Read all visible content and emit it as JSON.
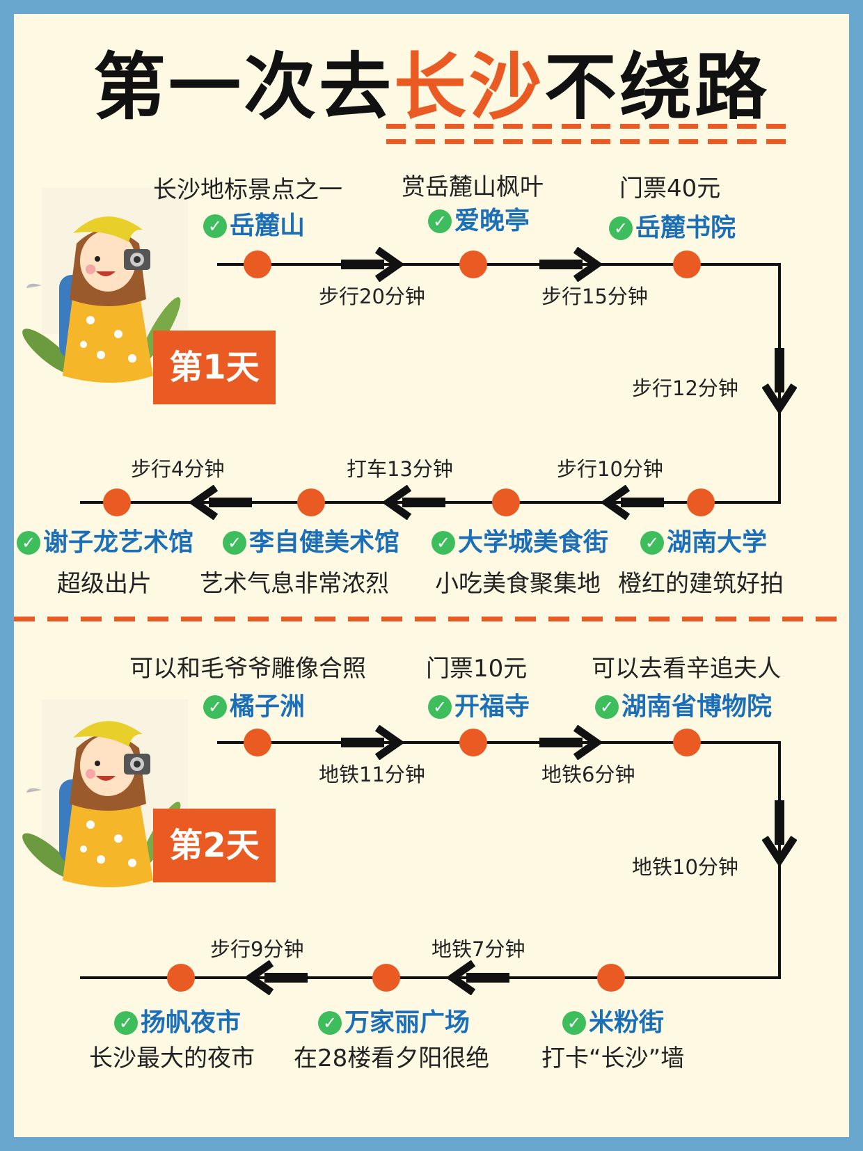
{
  "title": {
    "prefix": "第一次去",
    "highlight": "长沙",
    "suffix": "不绕路"
  },
  "colors": {
    "accent": "#ea5b24",
    "place": "#1b6fb8",
    "check": "#3dbd5b",
    "frame": "#6aa7cf",
    "background": "#fdf9e3"
  },
  "day1": {
    "label": "第1天",
    "stops": [
      {
        "name": "岳麓山",
        "note": "长沙地标景点之一"
      },
      {
        "name": "爱晚亭",
        "note": "赏岳麓山枫叶"
      },
      {
        "name": "岳麓书院",
        "note": "门票40元"
      },
      {
        "name": "湖南大学",
        "note": "橙红的建筑好拍"
      },
      {
        "name": "大学城美食街",
        "note": "小吃美食聚集地"
      },
      {
        "name": "李自健美术馆",
        "note": "艺术气息非常浓烈"
      },
      {
        "name": "谢子龙艺术馆",
        "note": "超级出片"
      }
    ],
    "transits": [
      "步行20分钟",
      "步行15分钟",
      "步行12分钟",
      "步行10分钟",
      "打车13分钟",
      "步行4分钟"
    ]
  },
  "day2": {
    "label": "第2天",
    "stops": [
      {
        "name": "橘子洲",
        "note": "可以和毛爷爷雕像合照"
      },
      {
        "name": "开福寺",
        "note": "门票10元"
      },
      {
        "name": "湖南省博物院",
        "note": "可以去看辛追夫人"
      },
      {
        "name": "米粉街",
        "note": "打卡“长沙”墙"
      },
      {
        "name": "万家丽广场",
        "note": "在28楼看夕阳很绝"
      },
      {
        "name": "扬帆夜市",
        "note": "长沙最大的夜市"
      }
    ],
    "transits": [
      "地铁11分钟",
      "地铁6分钟",
      "地铁10分钟",
      "地铁7分钟",
      "步行9分钟"
    ]
  },
  "icons": {
    "check": "✓",
    "stop": "orange-dot",
    "direction": "arrow",
    "illustration": "traveler-girl-with-camera"
  }
}
